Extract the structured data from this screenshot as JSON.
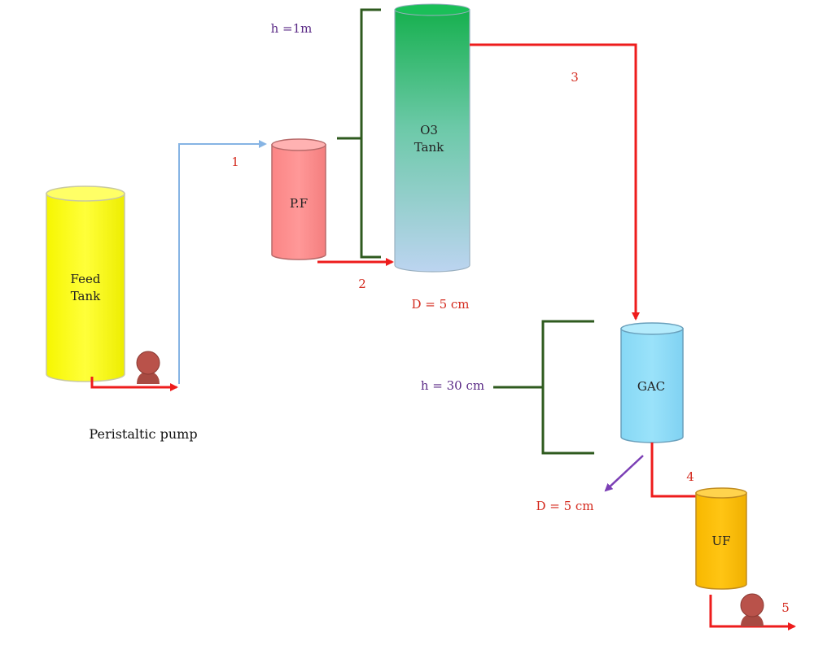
{
  "tanks": {
    "feed": {
      "line1": "Feed",
      "line2": "Tank"
    },
    "prefilter": {
      "label": "P.F"
    },
    "ozone": {
      "line1": "O3",
      "line2": "Tank"
    },
    "gac": {
      "label": "GAC"
    },
    "uf": {
      "label": "UF"
    }
  },
  "pump_label": "Peristaltic pump",
  "stream_numbers": [
    "1",
    "2",
    "3",
    "4",
    "5"
  ],
  "dimensions": {
    "ozone_height": "h =1m",
    "ozone_diameter": "D = 5 cm",
    "gac_height": "h = 30 cm",
    "gac_diameter": "D = 5 cm"
  },
  "colors": {
    "feed_tank": "#ffff00",
    "prefilter": "#ff8a8a",
    "ozone_top": "#16b04e",
    "ozone_bottom": "#bcd4f0",
    "gac": "#8fdcf7",
    "uf": "#ffbf00",
    "flow_red": "#ee1c1c",
    "flow_blue": "#86b4e4",
    "bracket_green": "#2e5a1e",
    "pointer_purple": "#7b3fb5",
    "pump": "#b9524a"
  }
}
